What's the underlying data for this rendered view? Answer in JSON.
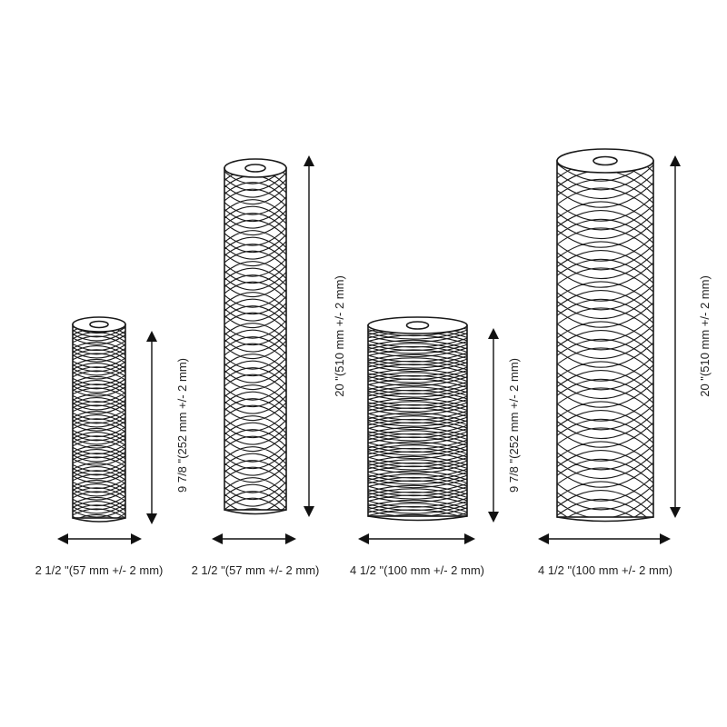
{
  "colors": {
    "line": "#1a1a1a",
    "text": "#222222",
    "background": "#ffffff"
  },
  "filters": [
    {
      "width_label": "2 1/2 \"(57 mm +/- 2 mm)",
      "height_label": "9 7/8 \"(252 mm +/- 2 mm)"
    },
    {
      "width_label": "2 1/2 \"(57 mm +/- 2 mm)",
      "height_label": "20 \"(510 mm +/- 2 mm)"
    },
    {
      "width_label": "4 1/2 \"(100 mm +/- 2 mm)",
      "height_label": "9 7/8 \"(252 mm +/- 2 mm)"
    },
    {
      "width_label": "4 1/2 \"(100 mm +/- 2 mm)",
      "height_label": "20 \"(510 mm +/- 2 mm)"
    }
  ]
}
